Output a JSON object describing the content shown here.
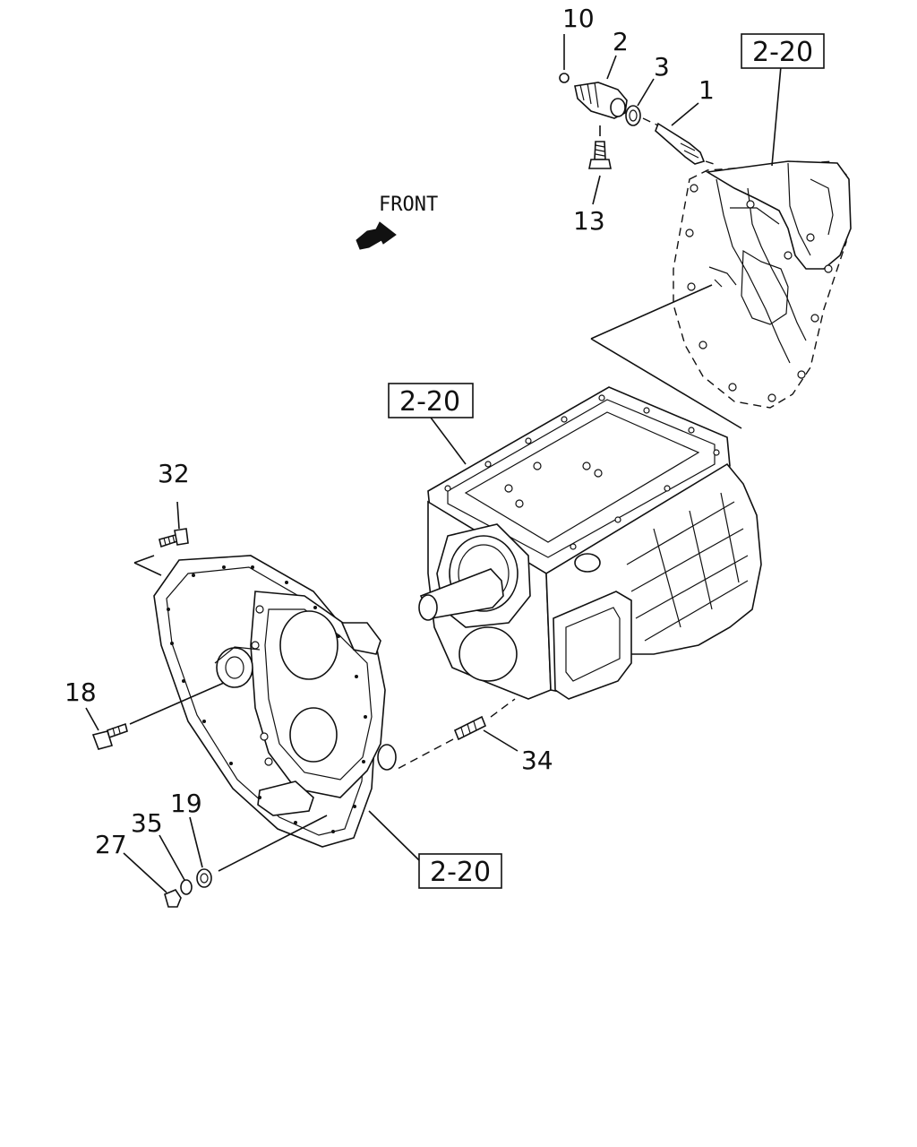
{
  "direction_label": "FRONT",
  "reference_boxes": [
    {
      "id": "ref-top-right",
      "text": "2-20"
    },
    {
      "id": "ref-center",
      "text": "2-20"
    },
    {
      "id": "ref-bottom",
      "text": "2-20"
    }
  ],
  "callouts": [
    {
      "id": "10",
      "text": "10"
    },
    {
      "id": "2",
      "text": "2"
    },
    {
      "id": "3",
      "text": "3"
    },
    {
      "id": "1",
      "text": "1"
    },
    {
      "id": "13",
      "text": "13"
    },
    {
      "id": "32",
      "text": "32"
    },
    {
      "id": "18",
      "text": "18"
    },
    {
      "id": "34",
      "text": "34"
    },
    {
      "id": "19",
      "text": "19"
    },
    {
      "id": "35",
      "text": "35"
    },
    {
      "id": "27",
      "text": "27"
    }
  ],
  "colors": {
    "line": "#111111",
    "background": "#ffffff"
  }
}
